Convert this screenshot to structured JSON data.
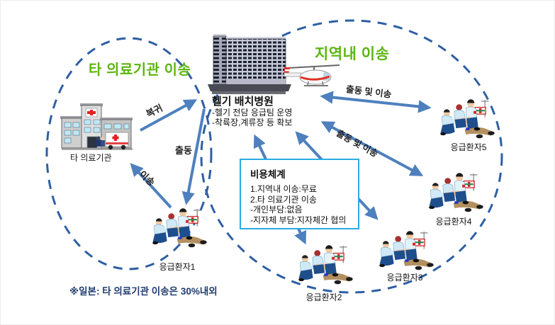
{
  "diagram": {
    "left_region": {
      "title": "타 의료기관 이송",
      "hospital_label": "타 의료기관"
    },
    "right_region": {
      "title": "지역내 이송"
    },
    "hub": {
      "title": "헬기 배치병원",
      "bullet1": "-헬기 전담 응급팀 운영",
      "bullet2": "-착륙장,계류장 등 확보"
    },
    "cost_box": {
      "title": "비용체계",
      "line1": "1.지역내 이송:무료",
      "line2": "2.타 의료기관 이송",
      "line3": "-개인부담:없음",
      "line4": "-지자체 부담:지자체간 협의"
    },
    "arrows": {
      "return_label": "복귀",
      "dispatch_label": "출동",
      "transfer_label": "이송",
      "dispatch_transport_label_1": "출동 및 이송",
      "dispatch_transport_label_2": "출동 및 이송"
    },
    "patients": [
      {
        "label": "응급환자1"
      },
      {
        "label": "응급환자2"
      },
      {
        "label": "응급환자3"
      },
      {
        "label": "응급환자4"
      },
      {
        "label": "응급환자5"
      }
    ],
    "footnote": "※일본: 타 의료기관 이송은 30%내외"
  },
  "icons": {
    "hub_building": "hospital-tower-icon",
    "helicopter": "helicopter-icon",
    "other_hospital": "clinic-building-icon",
    "patient_scene": "cpr-team-icon"
  },
  "colors": {
    "region_title_green": "#5CB510",
    "ellipse_dash_blue": "#2E5FA3",
    "arrow_blue": "#4E80BE",
    "cost_box_border": "#29ABE2",
    "footnote_navy": "#1F3B6D"
  }
}
